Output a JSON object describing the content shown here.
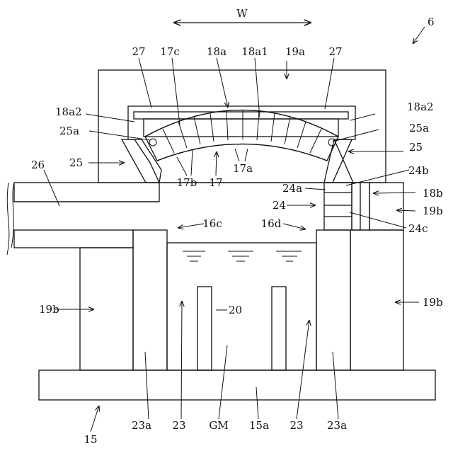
{
  "labels": {
    "w": "W",
    "l6": "6",
    "l27a": "27",
    "l17c": "17c",
    "l18a": "18a",
    "l18a1": "18a1",
    "l19a": "19a",
    "l27b": "27",
    "l18a2l": "18a2",
    "l18a2r": "18a2",
    "l25al": "25a",
    "l25ar": "25a",
    "l25l": "25",
    "l25r": "25",
    "l26": "26",
    "l17b": "17b",
    "l17": "17",
    "l17a": "17a",
    "l24b": "24b",
    "l24a": "24a",
    "l18b": "18b",
    "l24": "24",
    "l19br": "19b",
    "l16c": "16c",
    "l16d": "16d",
    "l24c": "24c",
    "l19bl": "19b",
    "l20": "20",
    "l19br2": "19b",
    "l15": "15",
    "l23al": "23a",
    "l23l": "23",
    "lgm": "GM",
    "l15a": "15a",
    "l23r": "23",
    "l23ar": "23a"
  }
}
